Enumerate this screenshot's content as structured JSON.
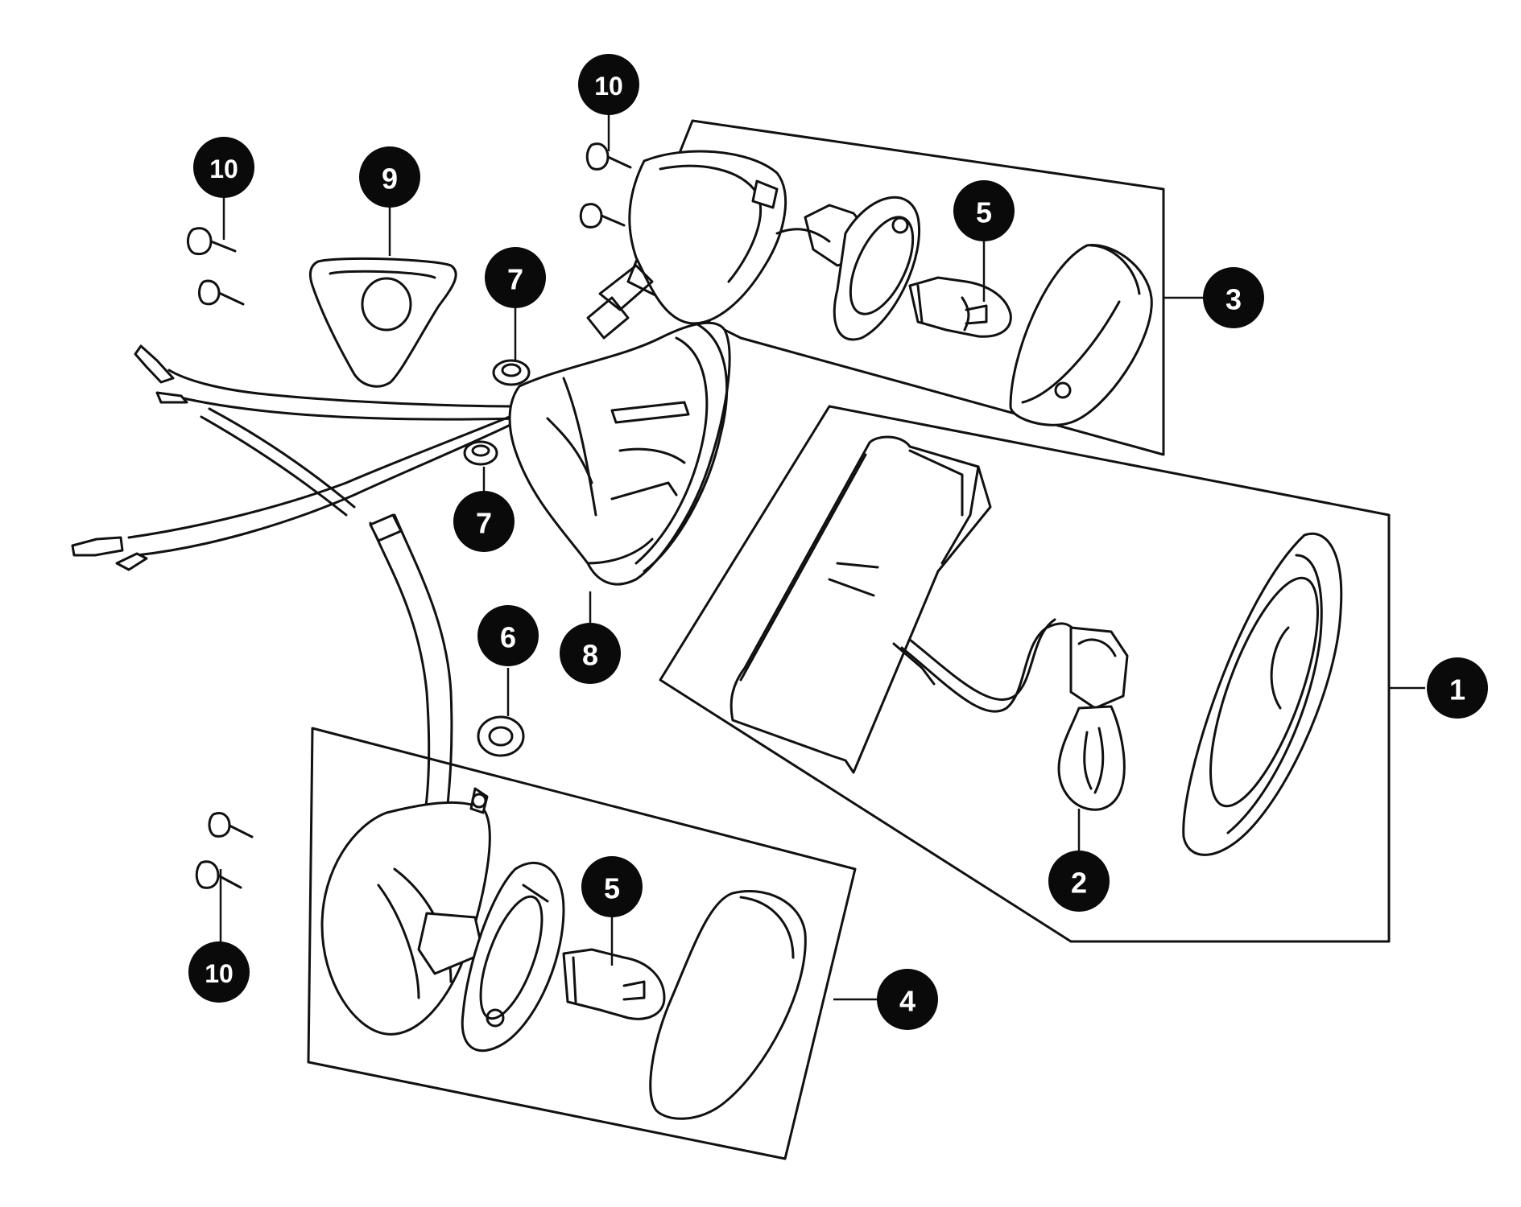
{
  "callouts": [
    {
      "id": "c1",
      "label": "1"
    },
    {
      "id": "c2",
      "label": "2"
    },
    {
      "id": "c3",
      "label": "3"
    },
    {
      "id": "c4",
      "label": "4"
    },
    {
      "id": "c5a",
      "label": "5"
    },
    {
      "id": "c5b",
      "label": "5"
    },
    {
      "id": "c6",
      "label": "6"
    },
    {
      "id": "c7a",
      "label": "7"
    },
    {
      "id": "c7b",
      "label": "7"
    },
    {
      "id": "c8",
      "label": "8"
    },
    {
      "id": "c9",
      "label": "9"
    },
    {
      "id": "c10a",
      "label": "10"
    },
    {
      "id": "c10b",
      "label": "10"
    },
    {
      "id": "c10c",
      "label": "10"
    }
  ],
  "colors": {
    "line": "#111111",
    "badge": "#0a0a0a",
    "badge_text": "#ffffff",
    "background": "#ffffff"
  }
}
